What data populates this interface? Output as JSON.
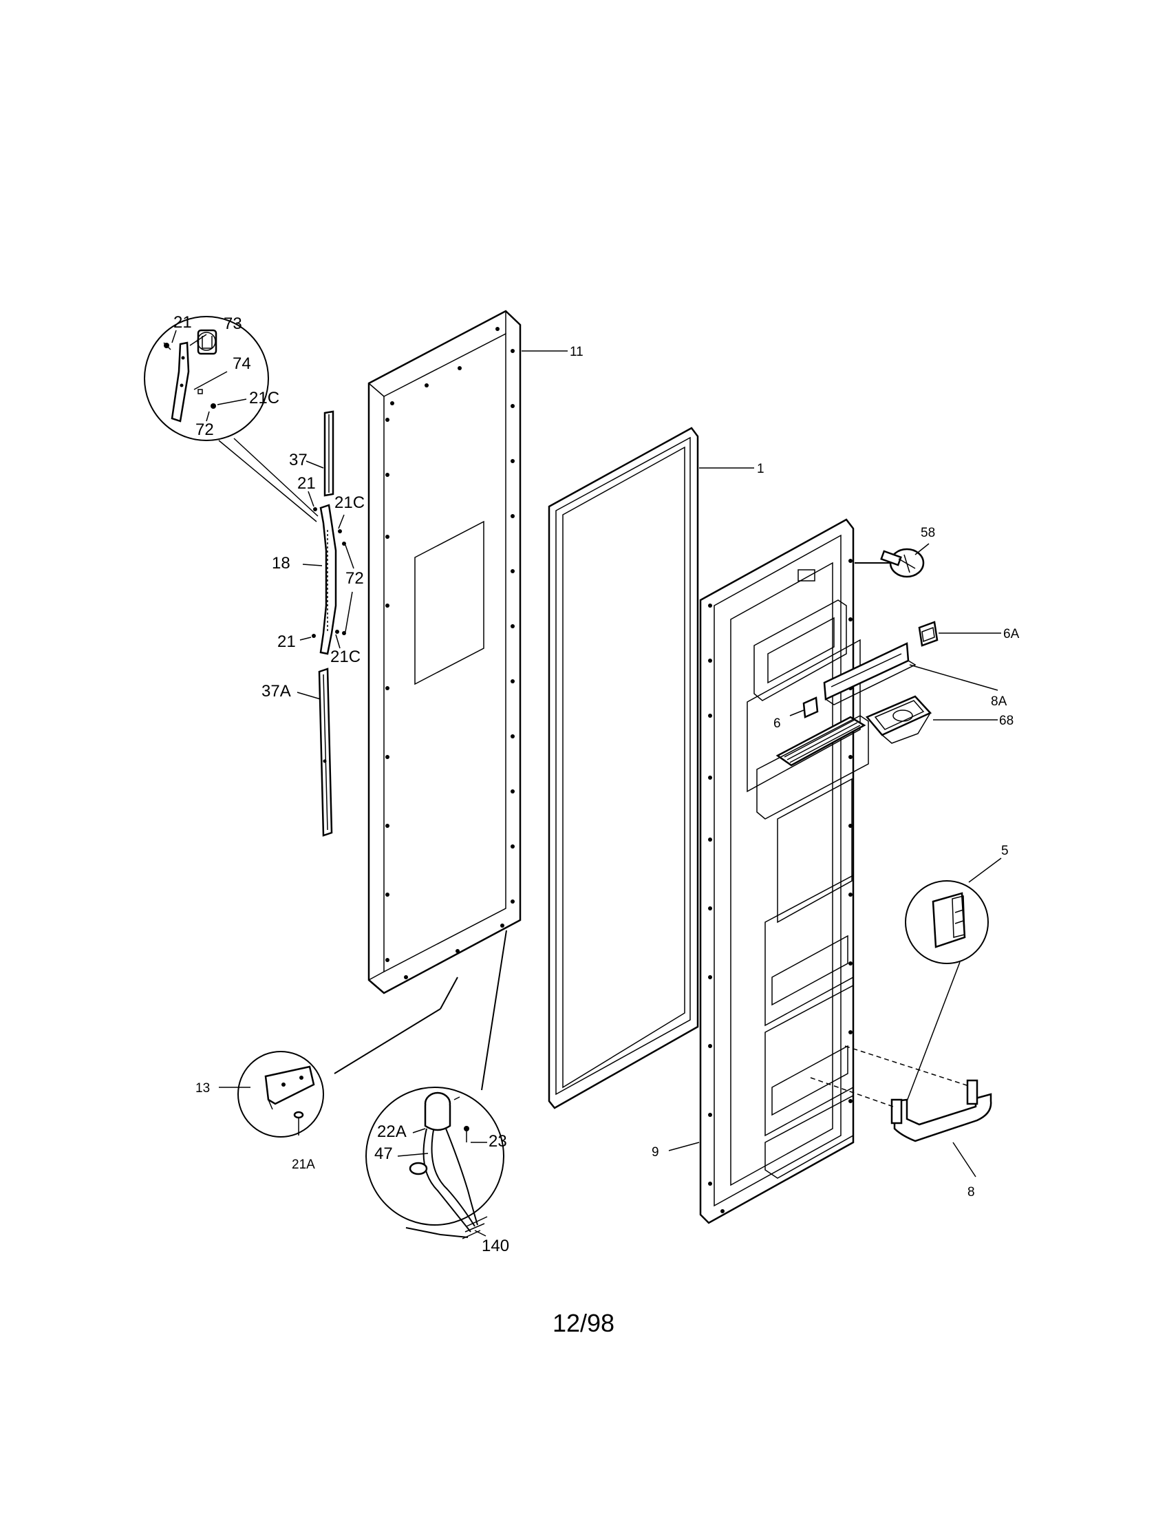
{
  "diagram": {
    "footer_date": "12/98",
    "labels": {
      "p21_top": "21",
      "p73": "73",
      "p74": "74",
      "p21c_top": "21C",
      "p72_top": "72",
      "p37": "37",
      "p21_mid": "21",
      "p21c_mid": "21C",
      "p18": "18",
      "p72_mid": "72",
      "p21_low": "21",
      "p21c_low": "21C",
      "p37a": "37A",
      "p11": "11",
      "p1": "1",
      "p58": "58",
      "p6a": "6A",
      "p8a": "8A",
      "p6": "6",
      "p68": "68",
      "p5": "5",
      "p13": "13",
      "p21a": "21A",
      "p22a": "22A",
      "p23": "23",
      "p47": "47",
      "p140": "140",
      "p9": "9",
      "p8": "8"
    }
  }
}
